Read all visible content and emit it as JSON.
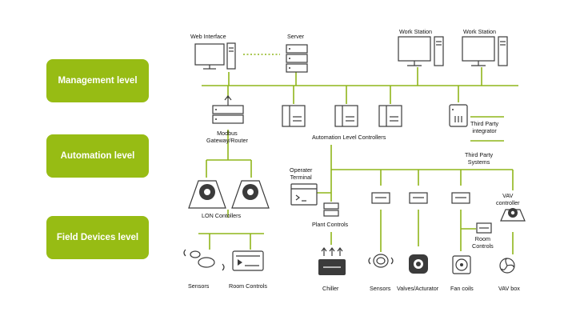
{
  "levels": {
    "management": "Management level",
    "automation": "Automation level",
    "field": "Field Devices level"
  },
  "labels": {
    "web_interface": "Web Interface",
    "server": "Server",
    "work_station_1": "Work Station",
    "work_station_2": "Work Station",
    "modbus_gateway": "Modbus\nGateway/Router",
    "automation_controllers": "Automation Level Controllers",
    "third_party_integrator": "Third Party\nintegrator",
    "third_party_systems": "Third Party\nSystems",
    "operator_terminal": "Operater\nTerminal",
    "vav_controller": "VAV\ncontroller",
    "lon_controllers": "LON Contollers",
    "plant_controls": "Plant Controls",
    "room_controls_right": "Room\nControls",
    "sensors_left": "Sensors",
    "room_controls_left": "Room Controls",
    "chiller": "Chiller",
    "sensors_mid": "Sensors",
    "valves_actuator": "Valves/Acturator",
    "fan_coils": "Fan coils",
    "vav_box": "VAV box"
  },
  "colors": {
    "accent": "#97bc14",
    "bus_line": "#8fb51a",
    "icon_ink": "#3b3b3b"
  }
}
